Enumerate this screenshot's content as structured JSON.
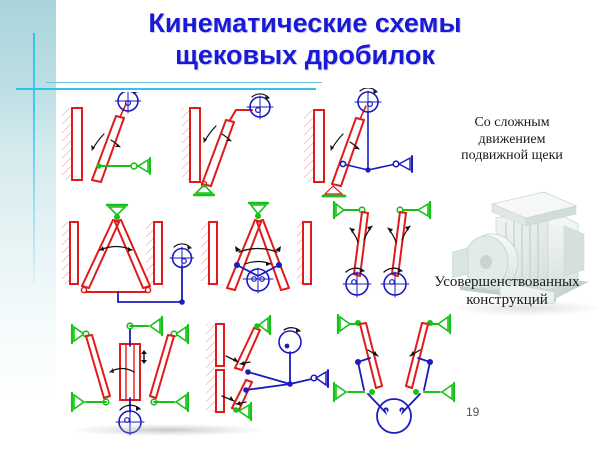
{
  "slide": {
    "page_number": "19",
    "title_line1": "Кинематические схемы",
    "title_line2": "щековых дробилок",
    "title_color": "#1a1ad6",
    "background_color": "#ffffff",
    "accent_color": "#2fc4e8",
    "band_color": "#b6dbe0"
  },
  "annotations": {
    "right_top": "Со сложным\nдвижением\nподвижной щеки",
    "right_top_l1": "Со сложным",
    "right_top_l2": "движением",
    "right_top_l3": "подвижной щеки",
    "right_bottom_l1": "Усовершенствованных",
    "right_bottom_l2": "конструкций"
  },
  "figure": {
    "caption": "Кинематические схемы щековых дробилок",
    "element_colors": {
      "jaw": "#e01b1b",
      "wall": "#e01b1b",
      "link_green": "#17c217",
      "link_blue": "#1b1bbe",
      "eccentric": "#1b1bbe",
      "arrow": "#111111"
    },
    "schemes": [
      {
        "id": "r1c1",
        "row": 1,
        "col": 1,
        "name": "scheme-simple-swing-green-toggle",
        "fixed_jaw": true,
        "eccentric": "top",
        "links": "green"
      },
      {
        "id": "r1c2",
        "row": 1,
        "col": 2,
        "name": "scheme-bent-arm-bottom-pivot",
        "fixed_jaw": true,
        "eccentric": "top-right",
        "links": "green"
      },
      {
        "id": "r1c3",
        "row": 1,
        "col": 3,
        "name": "scheme-blue-toggle-bottom",
        "fixed_jaw": true,
        "eccentric": "top",
        "links": "blue"
      },
      {
        "id": "r2c1",
        "row": 2,
        "col": 1,
        "name": "scheme-a-frame-double-jaw",
        "fixed_jaw": true,
        "eccentric": "right",
        "links": "red-blue"
      },
      {
        "id": "r2c2",
        "row": 2,
        "col": 2,
        "name": "scheme-v-hanging-double-jaw-center-eccentric",
        "fixed_jaw": true,
        "eccentric": "center",
        "links": "blue"
      },
      {
        "id": "r2c3",
        "row": 2,
        "col": 3,
        "name": "scheme-two-jaws-lower-eccentrics",
        "fixed_jaw": false,
        "eccentric": "bottom-pair",
        "links": "green"
      },
      {
        "id": "r3c1",
        "row": 3,
        "col": 1,
        "name": "scheme-central-jaw-vertical-drive",
        "fixed_jaw": false,
        "eccentric": "bottom",
        "links": "green"
      },
      {
        "id": "r3c2",
        "row": 3,
        "col": 2,
        "name": "scheme-split-jaw-twin-toggle",
        "fixed_jaw": true,
        "eccentric": "right",
        "links": "blue"
      },
      {
        "id": "r3c3",
        "row": 3,
        "col": 3,
        "name": "scheme-v-twin-jaw-central-eccentric",
        "fixed_jaw": false,
        "eccentric": "bottom-center",
        "links": "blue-green"
      }
    ]
  }
}
